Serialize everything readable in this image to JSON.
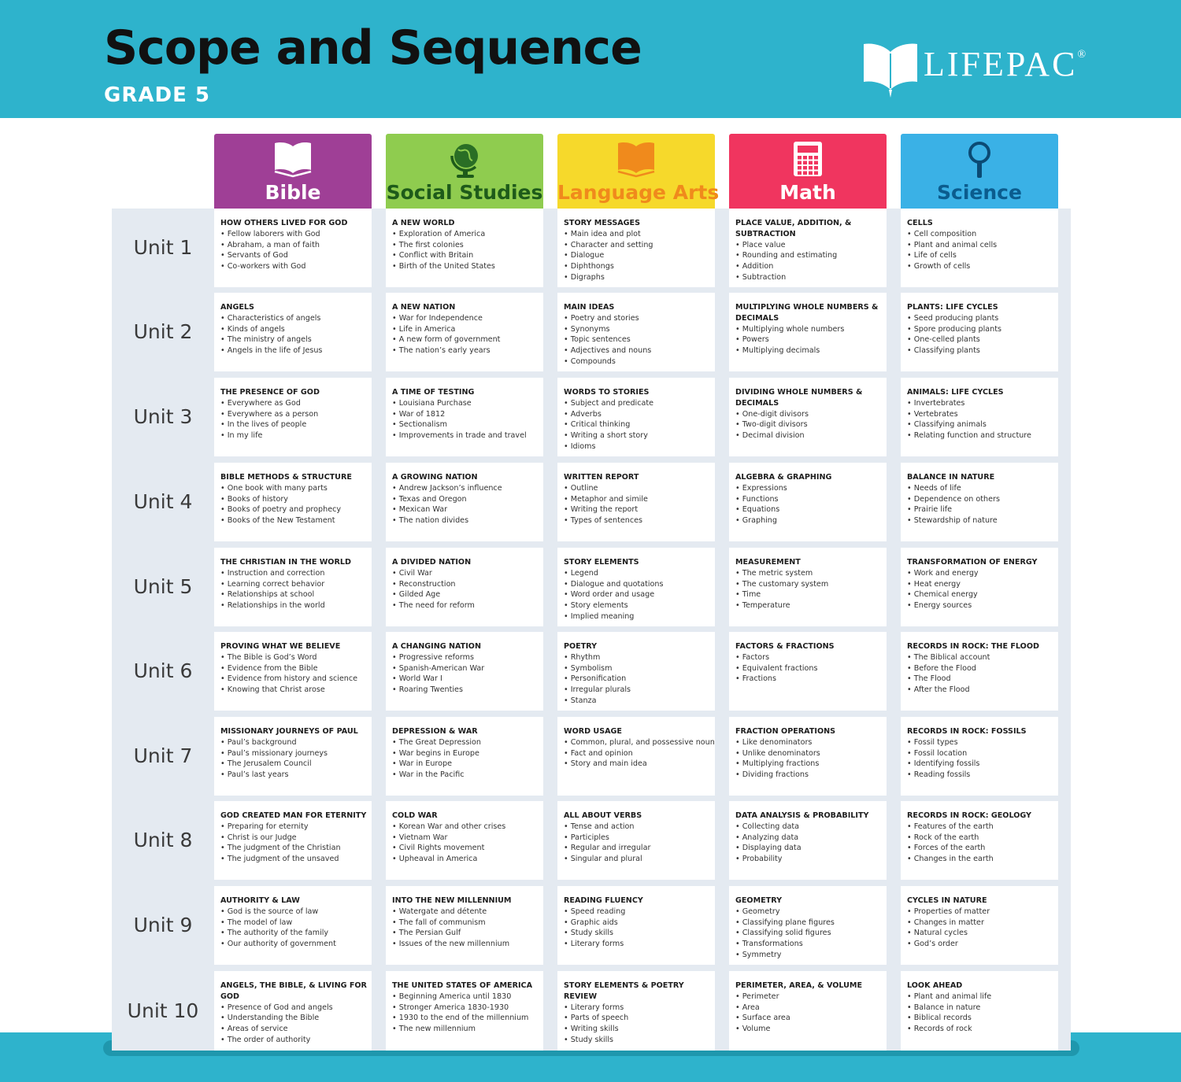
{
  "header": {
    "title": "Scope and Sequence",
    "grade": "GRADE 5",
    "logo_text": "LIFEPAC",
    "logo_mark": "®"
  },
  "colors": {
    "header_bg": "#2eb3cc",
    "bible": "#9f3f96",
    "social_studies": "#8fcc4f",
    "language_arts": "#f6d92b",
    "math": "#f0355f",
    "science": "#3ab1e6",
    "unit_bg": "#e4eaf1"
  },
  "subjects": [
    {
      "name": "Bible",
      "icon": "open-book-icon",
      "text_color": "#ffffff"
    },
    {
      "name": "Social Studies",
      "icon": "globe-icon",
      "text_color": "#1e5b1a"
    },
    {
      "name": "Language Arts",
      "icon": "open-book-icon",
      "text_color": "#f08a1c"
    },
    {
      "name": "Math",
      "icon": "calculator-icon",
      "text_color": "#ffffff"
    },
    {
      "name": "Science",
      "icon": "magnifier-icon",
      "text_color": "#0b5c8e"
    }
  ],
  "units": [
    {
      "label": "Unit 1",
      "cells": [
        {
          "title": "HOW OTHERS LIVED FOR GOD",
          "items": [
            "Fellow laborers with God",
            "Abraham, a man of faith",
            "Servants of God",
            "Co-workers with God"
          ]
        },
        {
          "title": "A NEW WORLD",
          "items": [
            "Exploration of America",
            "The first colonies",
            "Conflict with Britain",
            "Birth of the United States"
          ]
        },
        {
          "title": "STORY MESSAGES",
          "items": [
            "Main idea and plot",
            "Character and setting",
            "Dialogue",
            "Diphthongs",
            "Digraphs"
          ]
        },
        {
          "title": "PLACE VALUE, ADDITION, & SUBTRACTION",
          "items": [
            "Place value",
            "Rounding and estimating",
            "Addition",
            "Subtraction"
          ]
        },
        {
          "title": "CELLS",
          "items": [
            "Cell composition",
            "Plant and animal cells",
            "Life of cells",
            "Growth of cells"
          ]
        }
      ]
    },
    {
      "label": "Unit 2",
      "cells": [
        {
          "title": "ANGELS",
          "items": [
            "Characteristics of angels",
            "Kinds of angels",
            "The ministry of angels",
            "Angels in the life of Jesus"
          ]
        },
        {
          "title": "A NEW NATION",
          "items": [
            "War for Independence",
            "Life in America",
            "A new form of government",
            "The nation’s early years"
          ]
        },
        {
          "title": "MAIN IDEAS",
          "items": [
            "Poetry and stories",
            "Synonyms",
            "Topic sentences",
            "Adjectives and nouns",
            "Compounds"
          ]
        },
        {
          "title": "MULTIPLYING WHOLE NUMBERS & DECIMALS",
          "items": [
            "Multiplying whole numbers",
            "Powers",
            "Multiplying decimals"
          ]
        },
        {
          "title": "PLANTS: LIFE CYCLES",
          "items": [
            "Seed producing plants",
            "Spore producing plants",
            "One-celled plants",
            "Classifying plants"
          ]
        }
      ]
    },
    {
      "label": "Unit 3",
      "cells": [
        {
          "title": "THE PRESENCE OF GOD",
          "items": [
            "Everywhere as God",
            "Everywhere as a person",
            "In the lives of people",
            "In my life"
          ]
        },
        {
          "title": "A TIME OF TESTING",
          "items": [
            "Louisiana Purchase",
            "War of 1812",
            "Sectionalism",
            "Improvements in trade and travel"
          ]
        },
        {
          "title": "WORDS TO STORIES",
          "items": [
            "Subject and predicate",
            "Adverbs",
            "Critical thinking",
            "Writing a short story",
            "Idioms"
          ]
        },
        {
          "title": "DIVIDING WHOLE NUMBERS & DECIMALS",
          "items": [
            "One-digit divisors",
            "Two-digit divisors",
            "Decimal division"
          ]
        },
        {
          "title": "ANIMALS: LIFE CYCLES",
          "items": [
            "Invertebrates",
            "Vertebrates",
            "Classifying animals",
            "Relating function and structure"
          ]
        }
      ]
    },
    {
      "label": "Unit 4",
      "cells": [
        {
          "title": "BIBLE METHODS & STRUCTURE",
          "items": [
            "One book with many parts",
            "Books of history",
            "Books of poetry and prophecy",
            "Books of the New Testament"
          ]
        },
        {
          "title": "A GROWING NATION",
          "items": [
            "Andrew Jackson’s influence",
            "Texas and Oregon",
            "Mexican War",
            "The nation divides"
          ]
        },
        {
          "title": "WRITTEN REPORT",
          "items": [
            "Outline",
            "Metaphor and simile",
            "Writing the report",
            "Types of sentences"
          ]
        },
        {
          "title": "ALGEBRA & GRAPHING",
          "items": [
            "Expressions",
            "Functions",
            "Equations",
            "Graphing"
          ]
        },
        {
          "title": "BALANCE IN NATURE",
          "items": [
            "Needs of life",
            "Dependence on others",
            "Prairie life",
            "Stewardship of nature"
          ]
        }
      ]
    },
    {
      "label": "Unit 5",
      "cells": [
        {
          "title": "THE CHRISTIAN IN THE WORLD",
          "items": [
            "Instruction and correction",
            "Learning correct behavior",
            "Relationships at school",
            "Relationships in the world"
          ]
        },
        {
          "title": "A DIVIDED NATION",
          "items": [
            "Civil War",
            "Reconstruction",
            "Gilded Age",
            "The need for reform"
          ]
        },
        {
          "title": "STORY ELEMENTS",
          "items": [
            "Legend",
            "Dialogue and quotations",
            "Word order and usage",
            "Story elements",
            "Implied meaning"
          ]
        },
        {
          "title": "MEASUREMENT",
          "items": [
            "The metric system",
            "The customary system",
            "Time",
            "Temperature"
          ]
        },
        {
          "title": "TRANSFORMATION OF ENERGY",
          "items": [
            "Work and energy",
            "Heat energy",
            "Chemical energy",
            "Energy sources"
          ]
        }
      ]
    },
    {
      "label": "Unit 6",
      "cells": [
        {
          "title": "PROVING WHAT WE BELIEVE",
          "items": [
            "The Bible is God’s Word",
            "Evidence from the Bible",
            "Evidence from history and science",
            "Knowing that Christ arose"
          ]
        },
        {
          "title": "A CHANGING NATION",
          "items": [
            "Progressive reforms",
            "Spanish-American War",
            "World War I",
            "Roaring Twenties"
          ]
        },
        {
          "title": "POETRY",
          "items": [
            "Rhythm",
            "Symbolism",
            "Personification",
            "Irregular plurals",
            "Stanza"
          ]
        },
        {
          "title": "FACTORS & FRACTIONS",
          "items": [
            "Factors",
            "Equivalent fractions",
            "Fractions"
          ]
        },
        {
          "title": "RECORDS IN ROCK: THE FLOOD",
          "items": [
            "The Biblical account",
            "Before the Flood",
            "The Flood",
            "After the Flood"
          ]
        }
      ]
    },
    {
      "label": "Unit 7",
      "cells": [
        {
          "title": "MISSIONARY JOURNEYS OF PAUL",
          "items": [
            "Paul’s background",
            "Paul’s missionary journeys",
            "The Jerusalem Council",
            "Paul’s last years"
          ]
        },
        {
          "title": "DEPRESSION & WAR",
          "items": [
            "The Great Depression",
            "War begins in Europe",
            "War in Europe",
            "War in the Pacific"
          ]
        },
        {
          "title": "WORD USAGE",
          "items": [
            "Common, plural, and possessive nouns",
            "Fact and opinion",
            "Story and main idea"
          ]
        },
        {
          "title": "FRACTION OPERATIONS",
          "items": [
            "Like denominators",
            "Unlike denominators",
            "Multiplying fractions",
            "Dividing fractions"
          ]
        },
        {
          "title": "RECORDS IN ROCK: FOSSILS",
          "items": [
            "Fossil types",
            "Fossil location",
            "Identifying fossils",
            "Reading fossils"
          ]
        }
      ]
    },
    {
      "label": "Unit 8",
      "cells": [
        {
          "title": "GOD CREATED MAN FOR ETERNITY",
          "items": [
            "Preparing for eternity",
            "Christ is our Judge",
            "The judgment of the Christian",
            "The judgment of the unsaved"
          ]
        },
        {
          "title": "COLD WAR",
          "items": [
            "Korean War and other crises",
            "Vietnam War",
            "Civil Rights movement",
            "Upheaval in America"
          ]
        },
        {
          "title": "ALL ABOUT VERBS",
          "items": [
            "Tense and action",
            "Participles",
            "Regular and irregular",
            "Singular and plural"
          ]
        },
        {
          "title": "DATA ANALYSIS & PROBABILITY",
          "items": [
            "Collecting data",
            "Analyzing data",
            "Displaying data",
            "Probability"
          ]
        },
        {
          "title": "RECORDS IN ROCK: GEOLOGY",
          "items": [
            "Features of the earth",
            "Rock of the earth",
            "Forces of the earth",
            "Changes in the earth"
          ]
        }
      ]
    },
    {
      "label": "Unit 9",
      "cells": [
        {
          "title": "AUTHORITY & LAW",
          "items": [
            "God is the source of law",
            "The model of law",
            "The authority of the family",
            "Our authority of government"
          ]
        },
        {
          "title": "INTO THE NEW MILLENNIUM",
          "items": [
            "Watergate and détente",
            "The fall of communism",
            "The Persian Gulf",
            "Issues of the new millennium"
          ]
        },
        {
          "title": "READING FLUENCY",
          "items": [
            "Speed reading",
            "Graphic aids",
            "Study skills",
            "Literary forms"
          ]
        },
        {
          "title": "GEOMETRY",
          "items": [
            "Geometry",
            "Classifying plane figures",
            "Classifying solid figures",
            "Transformations",
            "Symmetry"
          ]
        },
        {
          "title": "CYCLES IN NATURE",
          "items": [
            "Properties of matter",
            "Changes in matter",
            "Natural cycles",
            "God’s order"
          ]
        }
      ]
    },
    {
      "label": "Unit 10",
      "cells": [
        {
          "title": "ANGELS, THE BIBLE, & LIVING FOR GOD",
          "items": [
            "Presence of God and angels",
            "Understanding the Bible",
            "Areas of service",
            "The order of authority"
          ]
        },
        {
          "title": "THE UNITED STATES OF AMERICA",
          "items": [
            "Beginning America until 1830",
            "Stronger America 1830-1930",
            "1930 to the end of the millennium",
            "The new millennium"
          ]
        },
        {
          "title": "STORY ELEMENTS & POETRY REVIEW",
          "items": [
            "Literary forms",
            "Parts of speech",
            "Writing skills",
            "Study skills"
          ]
        },
        {
          "title": "PERIMETER, AREA, & VOLUME",
          "items": [
            "Perimeter",
            "Area",
            "Surface area",
            "Volume"
          ]
        },
        {
          "title": "LOOK AHEAD",
          "items": [
            "Plant and animal life",
            "Balance in nature",
            "Biblical records",
            "Records of rock"
          ]
        }
      ]
    }
  ]
}
